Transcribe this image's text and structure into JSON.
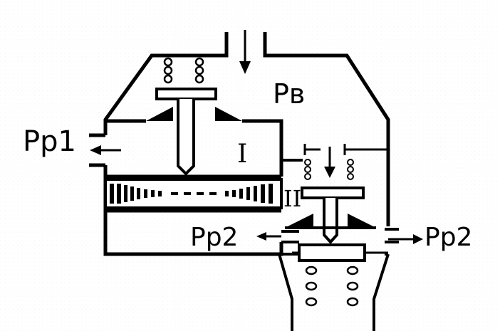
{
  "labels": {
    "inlet_pressure": "Pв",
    "outlet_left": "Pp1",
    "outlet_middle": "Pp2",
    "outlet_right": "Pp2",
    "chamber_one": "I",
    "chamber_two": "II"
  },
  "colors": {
    "ink": "#000000",
    "paper": "#ffffff"
  }
}
